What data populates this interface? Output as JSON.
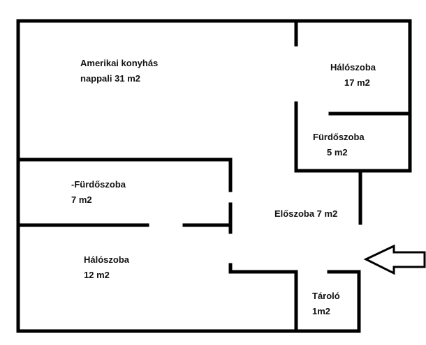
{
  "rooms": {
    "living": {
      "line1": "Amerikai konyhás",
      "line2": "nappali  31 m2"
    },
    "bedroom_big": {
      "line1": "Hálószoba",
      "line2": "17 m2"
    },
    "bathroom_small": {
      "line1": "Fürdőszoba",
      "line2": "5 m2"
    },
    "bathroom_big": {
      "line1": "-Fürdőszoba",
      "line2": "7 m2"
    },
    "hallway": {
      "line1": "Előszoba 7 m2"
    },
    "bedroom_small": {
      "line1": "Hálószoba",
      "line2": "12 m2"
    },
    "storage": {
      "line1": "Tároló",
      "line2": "1m2"
    }
  },
  "colors": {
    "walls": "#000000",
    "background": "#ffffff",
    "arrow_fill": "#ffffff"
  },
  "icons": {
    "entrance": "entrance-arrow-icon"
  }
}
